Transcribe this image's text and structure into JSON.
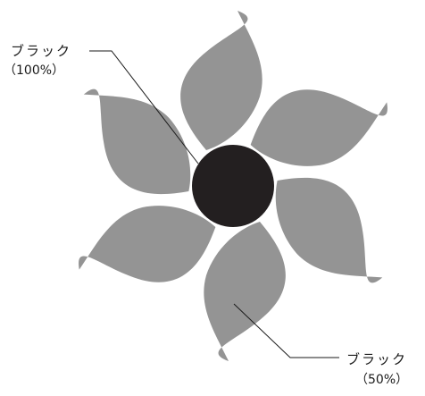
{
  "diagram": {
    "labels": {
      "black_full": {
        "name": "ブラック",
        "percent": "（100%）"
      },
      "black_half": {
        "name": "ブラック",
        "percent": "（50%）"
      }
    },
    "colors": {
      "center_fill": "#231f20",
      "petal_fill": "#949494",
      "leader_line": "#1a1a1a",
      "background": "#ffffff"
    },
    "petal_count": 6
  }
}
